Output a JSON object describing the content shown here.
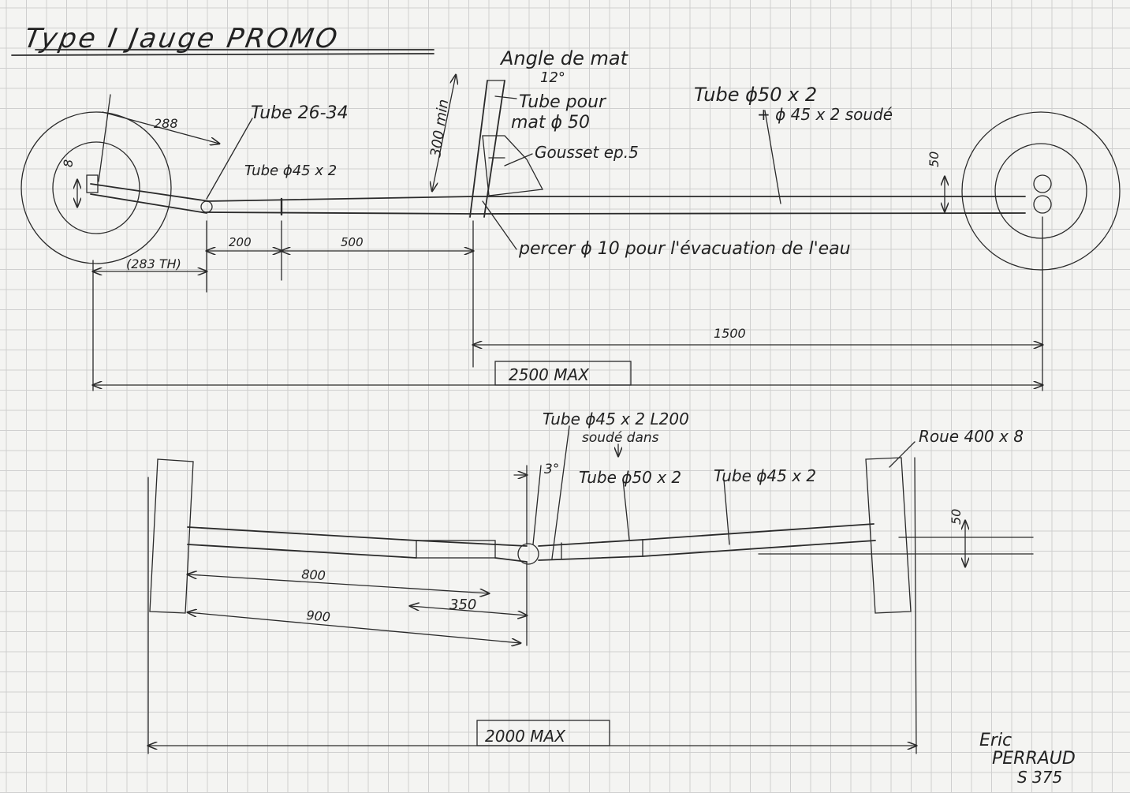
{
  "title": "Type I  Jauge PROMO",
  "side_view": {
    "mast_angle_label": "Angle de mat",
    "mast_angle_value": "12°",
    "mast_tube_label": "Tube pour",
    "mast_tube_label2": "mat ϕ 50",
    "gusset_label": "Gousset ep.5",
    "main_tube_label": "Tube ϕ50 x 2",
    "main_tube_label2": "+  ϕ 45 x 2  soudé",
    "front_tube_label": "Tube 26-34",
    "tube45_label": "Tube ϕ45 x 2",
    "mast_height_label": "300 min",
    "drain_label": "percer ϕ 10 pour l'évacuation de l'eau",
    "dim_288": "288",
    "dim_8": "8",
    "dim_50": "50",
    "dim_200": "200",
    "dim_500": "500",
    "dim_283": "(283 TH)",
    "dim_1500": "1500",
    "dim_2500": "2500 MAX"
  },
  "top_view": {
    "centre_tube_label": "Tube ϕ45 x 2  L200",
    "centre_tube_label2": "soudé dans",
    "angle_label": "3°",
    "tube50_label": "Tube ϕ50 x 2",
    "tube45_label": "Tube ϕ45 x 2",
    "wheel_label": "Roue  400 x 8",
    "dim_50": "50",
    "dim_800": "800",
    "dim_350": "350",
    "dim_900": "900",
    "dim_2000": "2000 MAX"
  },
  "signature": {
    "name": "Eric",
    "surname": "PERRAUD",
    "number": "S 375"
  }
}
